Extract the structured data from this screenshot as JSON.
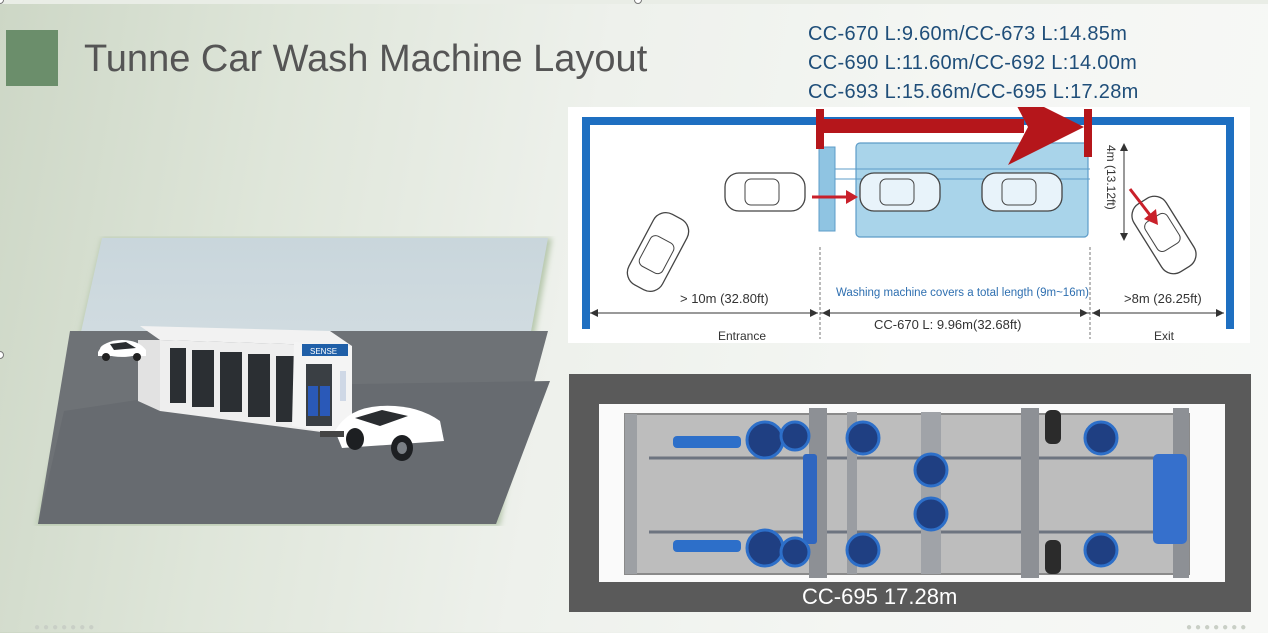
{
  "slide": {
    "title": "Tunne Car Wash Machine Layout",
    "accent_color": "#6b8e6b",
    "spec_color": "#1f4e79",
    "specs": [
      "CC-670 L:9.60m/CC-673 L:14.85m",
      "CC-690 L:11.60m/CC-692 L:14.00m",
      "CC-693 L:15.66m/CC-695 L:17.28m"
    ]
  },
  "diagram": {
    "entrance_dim": "> 10m (32.80ft)",
    "coverage_note": "Washing machine covers a total length (9m~16m)",
    "exit_dim": ">8m (26.25ft)",
    "machine_dim": "CC-670 L: 9.96m(32.68ft)",
    "width_dim": "4m (13.12ft)",
    "entrance_label": "Entrance",
    "exit_label": "Exit",
    "wall_color": "#1e6fc1",
    "arrow_color": "#b5161b",
    "bay_color": "#a9d4ea"
  },
  "render": {
    "brand_text": "SENSE"
  },
  "overhead": {
    "caption": "CC-695 17.28m"
  }
}
